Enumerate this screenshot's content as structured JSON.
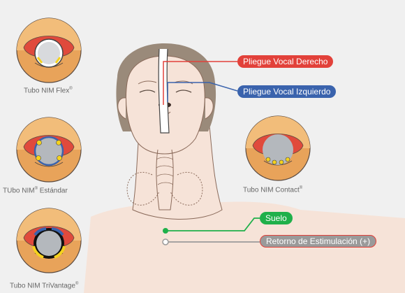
{
  "tubes": [
    {
      "name": "Tubo NIM Flex",
      "mark": "®"
    },
    {
      "name": "TUbo NIM",
      "mark": "®",
      "suffix": " Estándar"
    },
    {
      "name": "Tubo NIM TriVantage",
      "mark": "®"
    },
    {
      "name": "Tubo NIM Contact",
      "mark": "®"
    }
  ],
  "labels": {
    "right_fold": "Pliegue Vocal Derecho",
    "left_fold": "Pliegue Vocal Izquierdo",
    "ground": "Suelo",
    "return": "Retorno de Estimulación (+)"
  },
  "colors": {
    "background": "#f0f0f0",
    "right_fold": "#e2413a",
    "left_fold": "#3a63ad",
    "ground": "#1fb04a",
    "return": "#9a9a9a",
    "return_border": "#e2413a",
    "skin": "#f6e3d8",
    "skin_outline": "#8a6a5a",
    "hair": "#9a8a7a",
    "airway_outer": "#e8a35a",
    "airway_red": "#e04a3c",
    "tube_gray": "#b4b8bd",
    "electrode": "#f5d21e"
  }
}
